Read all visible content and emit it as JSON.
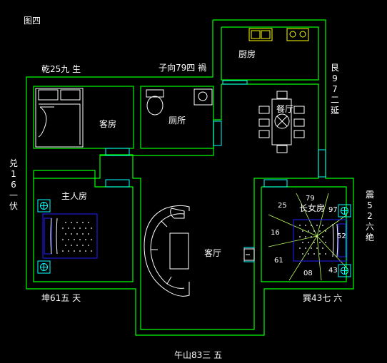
{
  "title": "图四",
  "colors": {
    "wall": "#00ff00",
    "furniture": "#ffffff",
    "bed": "#2020ff",
    "window": "#00ffff",
    "fixture": "#ffff00",
    "sector": "#c0ff60"
  },
  "direction_labels": {
    "nw": "乾25九 生",
    "n": "子向79四 禍",
    "ne_chars": [
      "艮",
      "97",
      "二",
      "延"
    ],
    "w_chars": [
      "兑",
      "16",
      "一",
      "伏"
    ],
    "e_chars": [
      "震",
      "52",
      "六",
      "绝"
    ],
    "sw": "坤61五 天",
    "se": "巽43七 六",
    "s": "午山83三 五"
  },
  "rooms": {
    "kitchen": "厨房",
    "guest": "客房",
    "toilet": "厕所",
    "dining": "餐厅",
    "master": "主人房",
    "living": "客厅",
    "eldest_daughter": "长女房"
  },
  "sector_numbers": [
    "25",
    "79",
    "97",
    "16",
    "52",
    "61",
    "08",
    "43"
  ],
  "icons": [
    "sink-icon",
    "stove-icon",
    "toilet-icon",
    "washbasin-icon",
    "dining-table-icon",
    "bed-icon",
    "sofa-icon",
    "nightstand-lamp-icon",
    "tv-cabinet-icon"
  ]
}
